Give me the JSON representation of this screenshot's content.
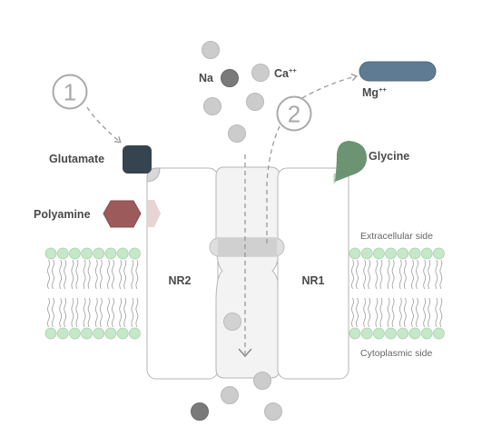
{
  "labels": {
    "na": "Na",
    "ca": "Ca",
    "ca_charge": "++",
    "mg": "Mg",
    "mg_charge": "++",
    "glutamate": "Glutamate",
    "polyamine": "Polyamine",
    "glycine": "Glycine",
    "nr2": "NR2",
    "nr1": "NR1",
    "extracellular": "Extracellular side",
    "cytoplasmic": "Cytoplasmic side",
    "step1": "1",
    "step2": "2"
  },
  "colors": {
    "glutamate": "#36444f",
    "polyamine": "#9c5a5a",
    "polyamine_site": "#e9d4d4",
    "glycine": "#6d9472",
    "glycine_site": "#cfe2d2",
    "magnesium": "#5e7b93",
    "ion_light": "#cccccc",
    "ion_dark": "#7a7a7a",
    "lipid_head": "#c6e7c8",
    "channel": "#f3f3f3",
    "gate": "#d6d6d6"
  },
  "icons": [
    "arrow-icon"
  ]
}
